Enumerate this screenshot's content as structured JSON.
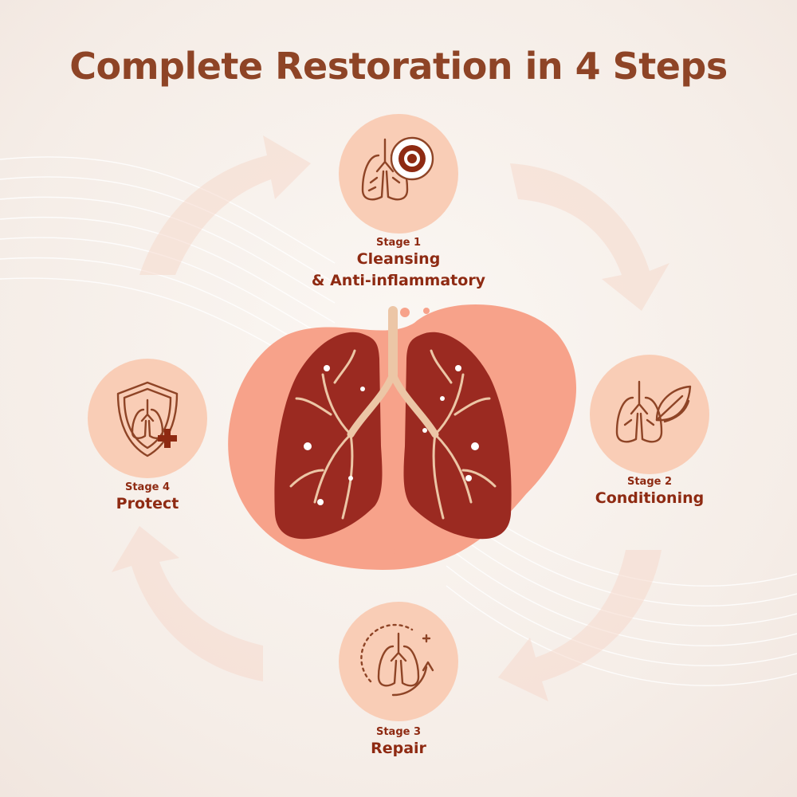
{
  "title": "Complete Restoration in 4 Steps",
  "colors": {
    "title": "#8e4426",
    "label": "#8e2a12",
    "circle": "#f9cdb6",
    "icon": "#8e4426",
    "lung": "#9b2a21",
    "blob": "#f7a28a",
    "trachea": "#ecc6a6"
  },
  "stages": [
    {
      "number": "Stage 1",
      "name_lines": [
        "Cleansing",
        "&  Anti-inflammatory"
      ],
      "icon": "lungs-target-icon"
    },
    {
      "number": "Stage 2",
      "name_lines": [
        "Conditioning"
      ],
      "icon": "lungs-leaf-icon"
    },
    {
      "number": "Stage 3",
      "name_lines": [
        "Repair"
      ],
      "icon": "lungs-refresh-icon"
    },
    {
      "number": "Stage 4",
      "name_lines": [
        "Protect"
      ],
      "icon": "lungs-shield-icon"
    }
  ]
}
